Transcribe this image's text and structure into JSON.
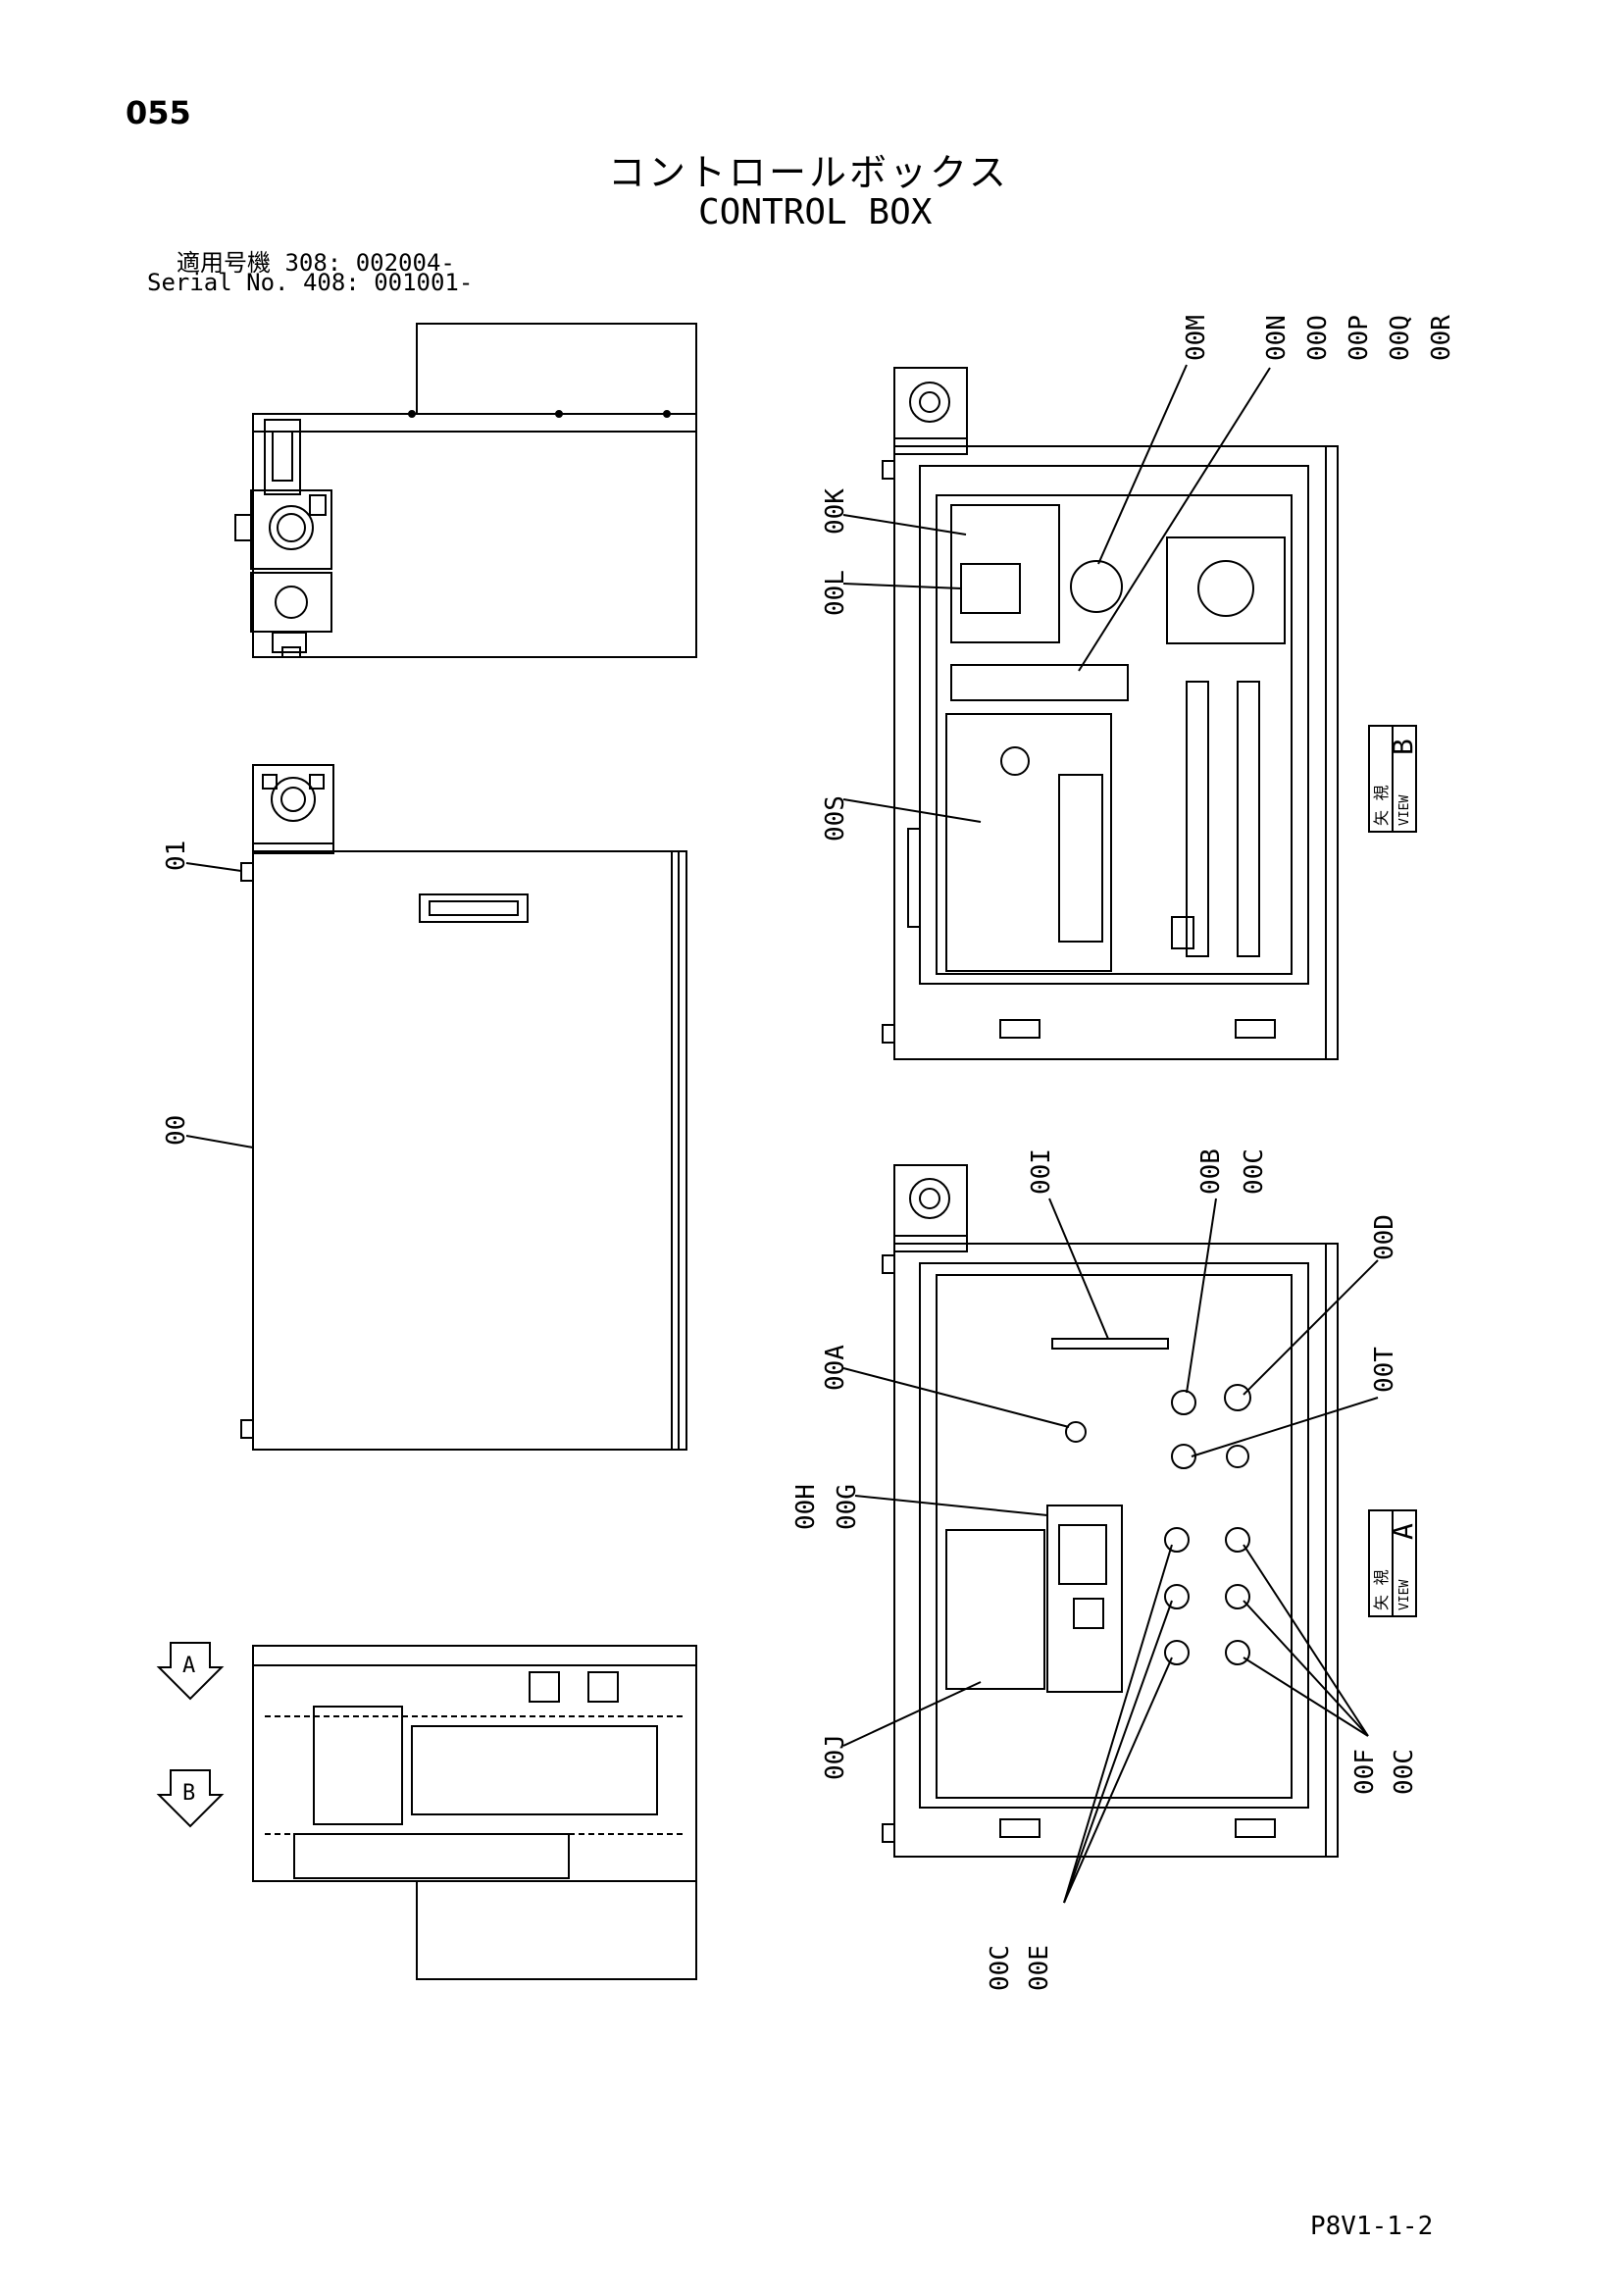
{
  "page_number": "055",
  "title_jp": "コントロールボックス",
  "title_en": "CONTROL BOX",
  "serial": {
    "line1": "適用号機  308: 002004-",
    "line2": "Serial No. 408: 001001-"
  },
  "callouts": {
    "c00M": "00M",
    "c00N_R": [
      "00N",
      "00O",
      "00P",
      "00Q",
      "00R"
    ],
    "c00K": "00K",
    "c00L": "00L",
    "c00S": "00S",
    "c01": "01",
    "c00": "00",
    "c00I": "00I",
    "c00B_C": [
      "00B",
      "00C"
    ],
    "c00D": "00D",
    "c00A": "00A",
    "c00T": "00T",
    "c00H_G": [
      "00H",
      "00G"
    ],
    "c00J": "00J",
    "c00F_C": [
      "00F",
      "00C"
    ],
    "c00C_E": [
      "00C",
      "00E"
    ]
  },
  "views": {
    "view_a_jp": "矢 視",
    "view_a_en": "VIEW",
    "view_a_letter": "A",
    "view_b_jp": "矢 視",
    "view_b_en": "VIEW",
    "view_b_letter": "B",
    "arrow_a": "A",
    "arrow_b": "B"
  },
  "page_code": "P8V1-1-2"
}
